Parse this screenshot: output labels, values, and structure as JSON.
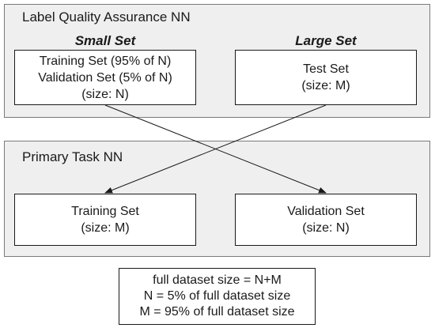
{
  "top_panel": {
    "title": "Label Quality Assurance NN",
    "small_set": {
      "heading": "Small Set",
      "lines": [
        "Training Set (95% of N)",
        "Validation Set (5% of N)",
        "(size: N)"
      ]
    },
    "large_set": {
      "heading": "Large Set",
      "lines": [
        "Test Set",
        "(size: M)"
      ]
    }
  },
  "bottom_panel": {
    "title": "Primary Task NN",
    "training_set": {
      "lines": [
        "Training Set",
        "(size: M)"
      ]
    },
    "validation_set": {
      "lines": [
        "Validation Set",
        "(size: N)"
      ]
    }
  },
  "legend": {
    "lines": [
      "full dataset size = N+M",
      "N = 5% of full dataset size",
      "M = 95% of full dataset size"
    ]
  },
  "colors": {
    "panel_fill": "#efefef",
    "box_fill": "#ffffff",
    "stroke": "#1a1a1a"
  }
}
